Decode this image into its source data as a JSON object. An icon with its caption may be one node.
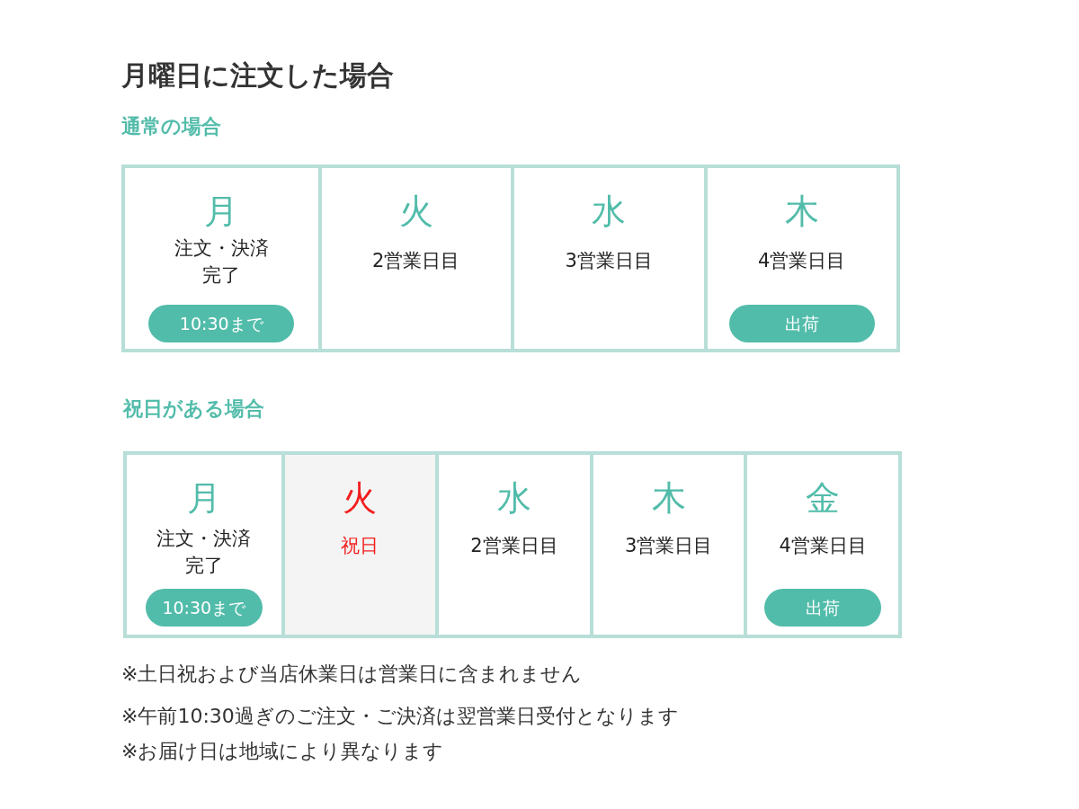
{
  "diagram": {
    "title": "月曜日に注文した場合",
    "nodes": [
      {
        "text": [
          "通常の場合"
        ]
      },
      {
        "text": [
          "月",
          "注文・決済完了"
        ],
        "in": 0
      },
      {
        "text": [
          "10:30まで"
        ],
        "in": 1
      },
      {
        "text": [
          "火",
          "2営業日目"
        ],
        "in": 0
      },
      {
        "text": [
          "水",
          "3営業日目"
        ],
        "in": 0
      },
      {
        "text": [
          "木",
          "4営業日目"
        ],
        "in": 0
      },
      {
        "text": [
          "出荷"
        ],
        "in": 5
      },
      {
        "text": [
          "祝日がある場合"
        ]
      },
      {
        "text": [
          "月",
          "注文・決済完了"
        ],
        "in": 7
      },
      {
        "text": [
          "10:30まで"
        ],
        "in": 8
      },
      {
        "text": [
          "火",
          "祝日"
        ],
        "in": 7
      },
      {
        "text": [
          "水",
          "2営業日目"
        ],
        "in": 7
      },
      {
        "text": [
          "木",
          "3営業日目"
        ],
        "in": 7
      },
      {
        "text": [
          "金",
          "4営業日目"
        ],
        "in": 7
      },
      {
        "text": [
          "出荷"
        ],
        "in": 13
      }
    ],
    "labels": [
      "※土日祝および当店休業日は営業日に含まれません",
      "※午前10:30過ぎのご注文・ご決済は翌営業日受付となります",
      "※お届け日は地域により異なります"
    ]
  }
}
